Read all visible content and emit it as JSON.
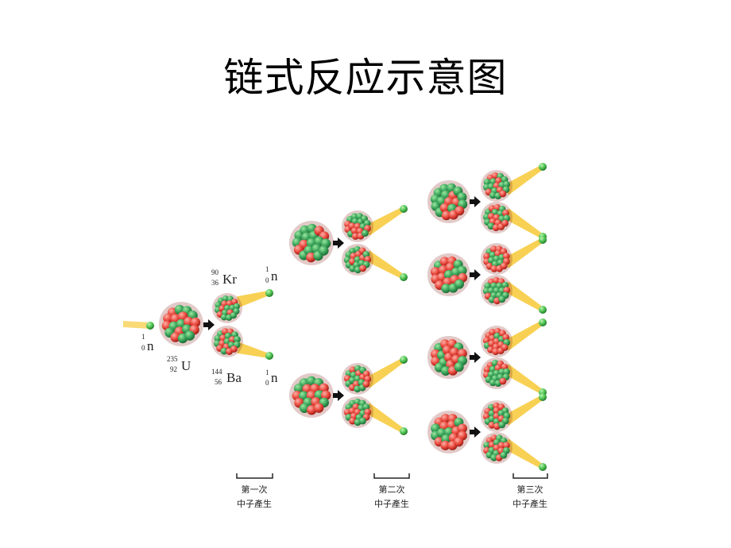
{
  "title": "链式反应示意图",
  "labels": {
    "neutron_in": {
      "mass": "1",
      "atomic": "0",
      "symbol": "n"
    },
    "uranium": {
      "mass": "235",
      "atomic": "92",
      "symbol": "U"
    },
    "krypton": {
      "mass": "90",
      "atomic": "36",
      "symbol": "Kr"
    },
    "barium": {
      "mass": "144",
      "atomic": "56",
      "symbol": "Ba"
    },
    "neutron_top": {
      "mass": "1",
      "atomic": "0",
      "symbol": "n"
    },
    "neutron_bottom": {
      "mass": "1",
      "atomic": "0",
      "symbol": "n"
    }
  },
  "generations": [
    {
      "line1": "第一次",
      "line2": "中子產生"
    },
    {
      "line1": "第二次",
      "line2": "中子產生"
    },
    {
      "line1": "第三次",
      "line2": "中子產生"
    }
  ],
  "colors": {
    "proton": "#e8473b",
    "neutron": "#3aa35a",
    "beam": "#f5c21b",
    "free_neutron": "#4cc04f"
  }
}
